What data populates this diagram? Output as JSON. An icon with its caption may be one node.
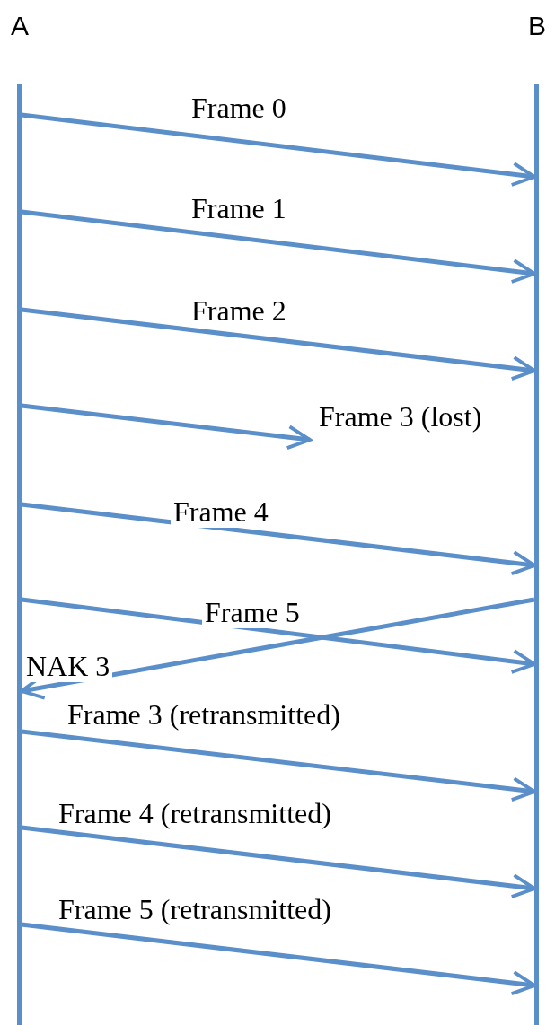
{
  "diagram": {
    "nodes": [
      {
        "text": [
          "A"
        ]
      },
      {
        "text": [
          "B"
        ]
      }
    ],
    "edges": [
      {
        "from": 0,
        "to": 1,
        "arrow": "to",
        "label": "Frame 0"
      },
      {
        "from": 0,
        "to": 1,
        "arrow": "to",
        "label": "Frame 1"
      },
      {
        "from": 0,
        "to": 1,
        "arrow": "to",
        "label": "Frame 2"
      },
      {
        "from": 0,
        "to": null,
        "arrow": "to",
        "label": "Frame 3 (lost)"
      },
      {
        "from": 0,
        "to": 1,
        "arrow": "to",
        "label": "Frame 4"
      },
      {
        "from": 0,
        "to": 1,
        "arrow": "to",
        "label": "Frame 5"
      },
      {
        "from": 1,
        "to": 0,
        "arrow": "to",
        "label": "NAK 3"
      },
      {
        "from": 0,
        "to": 1,
        "arrow": "to",
        "label": "Frame 3 (retransmitted)"
      },
      {
        "from": 0,
        "to": 1,
        "arrow": "to",
        "label": "Frame 4 (retransmitted)"
      },
      {
        "from": 0,
        "to": 1,
        "arrow": "to",
        "label": "Frame 5 (retransmitted)"
      }
    ]
  }
}
